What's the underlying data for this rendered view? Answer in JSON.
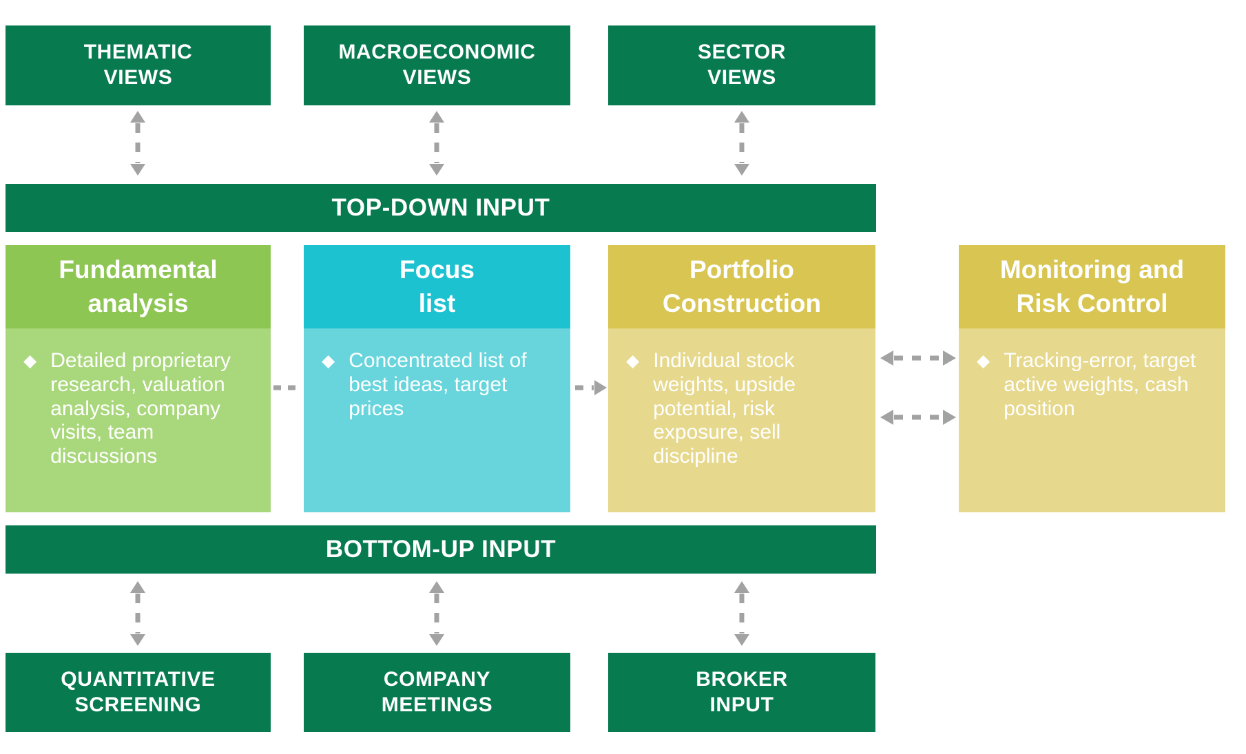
{
  "top_row": [
    {
      "line1": "THEMATIC",
      "line2": "VIEWS"
    },
    {
      "line1": "MACROECONOMIC",
      "line2": "VIEWS"
    },
    {
      "line1": "SECTOR",
      "line2": "VIEWS"
    }
  ],
  "bands": {
    "top_down": "TOP-DOWN INPUT",
    "bottom_up": "BOTTOM-UP INPUT"
  },
  "process": [
    {
      "title_line1": "Fundamental",
      "title_line2": "analysis",
      "bullet": "Detailed proprietary research, valuation analysis, company visits, team discussions",
      "header_color": "#8dc653",
      "body_color": "#a9d77c"
    },
    {
      "title_line1": "Focus",
      "title_line2": "list",
      "bullet": "Concentrated list of best ideas, target prices",
      "header_color": "#1dc2d1",
      "body_color": "#68d5dd"
    },
    {
      "title_line1": "Portfolio",
      "title_line2": "Construction",
      "bullet": "Individual stock weights, upside potential, risk exposure, sell discipline",
      "header_color": "#d8c552",
      "body_color": "#e6d88c"
    },
    {
      "title_line1": "Monitoring and",
      "title_line2": "Risk Control",
      "bullet": "Tracking-error, target active weights, cash position",
      "header_color": "#d8c552",
      "body_color": "#e6d88c"
    }
  ],
  "bottom_row": [
    {
      "line1": "QUANTITATIVE",
      "line2": "SCREENING"
    },
    {
      "line1": "COMPANY",
      "line2": "MEETINGS"
    },
    {
      "line1": "BROKER",
      "line2": "INPUT"
    }
  ],
  "bullet_glyph": "◆",
  "colors": {
    "dark_green": "#077a50",
    "fundamental_header": "#8dc653",
    "fundamental_body": "#a9d77c",
    "focus_header": "#1dc2d1",
    "focus_body": "#68d5dd",
    "portfolio_header": "#d8c552",
    "portfolio_body": "#e6d88c",
    "monitoring_header": "#d8c552",
    "monitoring_body": "#e6d88c",
    "arrow_gray": "#a2a2a2",
    "text_white": "#ffffff"
  }
}
